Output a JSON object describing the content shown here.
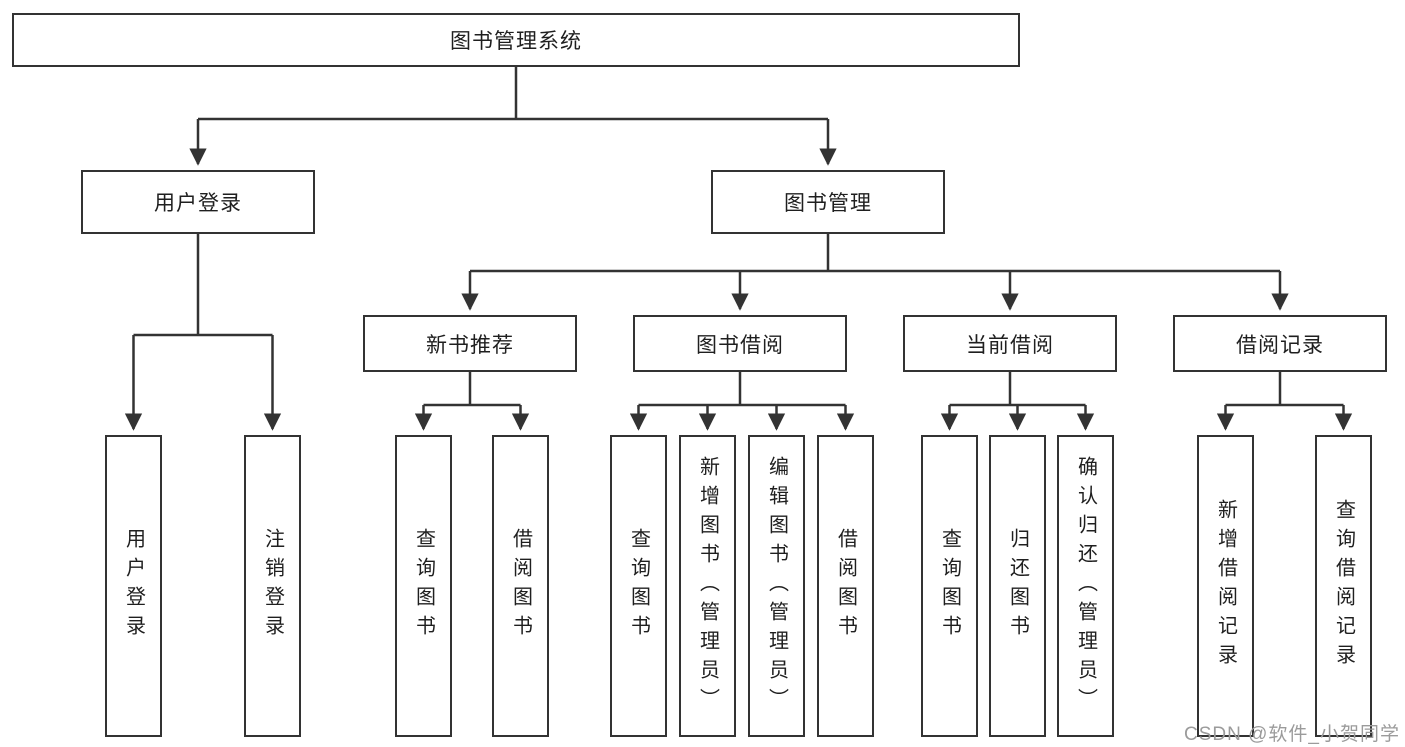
{
  "diagram": {
    "title": "图书管理系统",
    "branches": [
      {
        "label": "用户登录",
        "children": [
          {
            "label": "用户登录"
          },
          {
            "label": "注销登录"
          }
        ]
      },
      {
        "label": "图书管理",
        "children": [
          {
            "label": "新书推荐",
            "children": [
              {
                "label": "查询图书"
              },
              {
                "label": "借阅图书"
              }
            ]
          },
          {
            "label": "图书借阅",
            "children": [
              {
                "label": "查询图书"
              },
              {
                "label": "新增图书（管理员）"
              },
              {
                "label": "编辑图书（管理员）"
              },
              {
                "label": "借阅图书"
              }
            ]
          },
          {
            "label": "当前借阅",
            "children": [
              {
                "label": "查询图书"
              },
              {
                "label": "归还图书"
              },
              {
                "label": "确认归还（管理员）"
              }
            ]
          },
          {
            "label": "借阅记录",
            "children": [
              {
                "label": "新增借阅记录"
              },
              {
                "label": "查询借阅记录"
              }
            ]
          }
        ]
      }
    ]
  },
  "watermark": {
    "text": "CSDN @软件_小贺同学"
  },
  "colors": {
    "line": "#333333",
    "border": "#333333",
    "text": "#1f1f1f",
    "watermark": "#9b9b9b",
    "background": "#ffffff"
  }
}
